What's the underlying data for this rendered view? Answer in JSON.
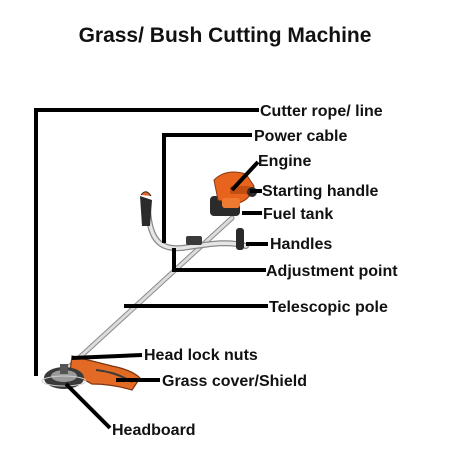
{
  "title": "Grass/ Bush Cutting Machine",
  "labels": {
    "cutter_line": "Cutter rope/ line",
    "power_cable": "Power cable",
    "engine": "Engine",
    "starting_handle": "Starting handle",
    "fuel_tank": "Fuel tank",
    "handles": "Handles",
    "adjustment_point": "Adjustment point",
    "telescopic_pole": "Telescopic pole",
    "head_lock_nuts": "Head lock nuts",
    "grass_cover": "Grass cover/Shield",
    "headboard": "Headboard"
  },
  "colors": {
    "leader_line": "#000000",
    "engine_orange": "#e8641e",
    "shield_orange": "#e36a24",
    "pole_silver": "#c9c9c9",
    "handle_dark": "#2b2b2b"
  }
}
